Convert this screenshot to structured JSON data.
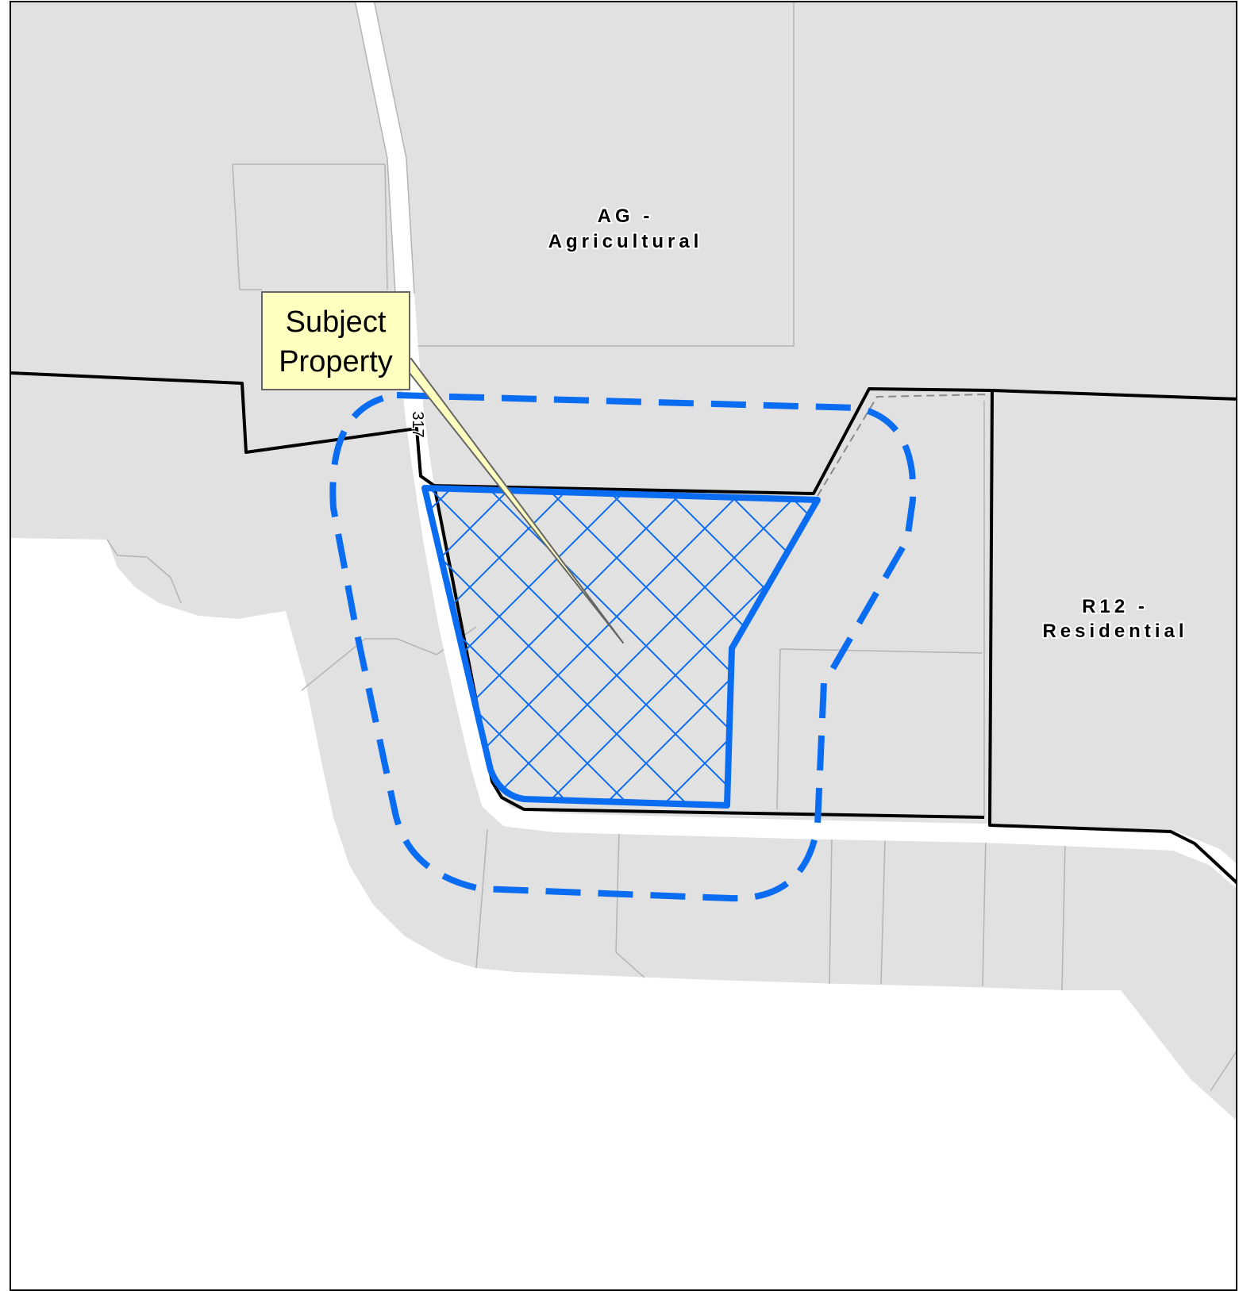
{
  "colors": {
    "parcel_fill": "#e1e1e1",
    "parcel_line": "#b4b4b4",
    "zone_boundary": "#000000",
    "subject_property": "#0a6cf0",
    "notification_buffer": "#0a6cf0",
    "callout_fill": "#ffffc0",
    "road": "#ffffff"
  },
  "zones": [
    {
      "code": "AG -",
      "name": "Agricultural"
    },
    {
      "code": "R12 -",
      "name": "Residential"
    }
  ],
  "callout": {
    "line1": "Subject",
    "line2": "Property"
  },
  "road_label": "317"
}
